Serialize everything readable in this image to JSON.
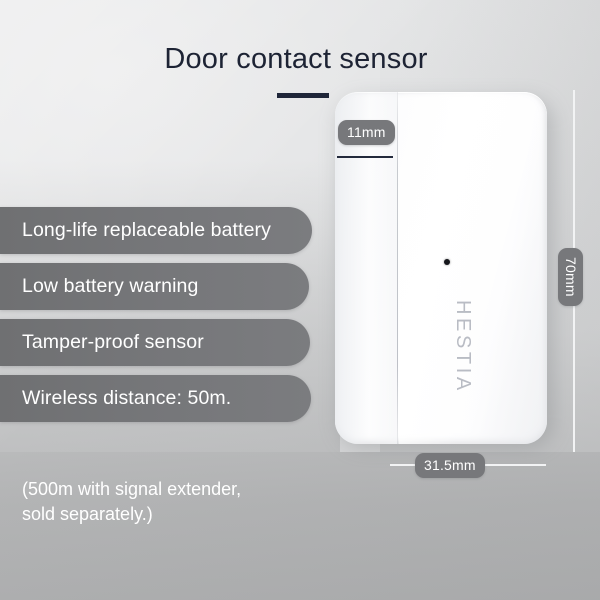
{
  "page": {
    "title": "Door contact sensor",
    "background_color": "#e4e5e6",
    "accent_color": "#1f2639",
    "pill_color": "#76777a"
  },
  "features": [
    {
      "label": "Long-life replaceable battery"
    },
    {
      "label": "Low battery warning"
    },
    {
      "label": "Tamper-proof sensor"
    },
    {
      "label": "Wireless distance: 50m."
    }
  ],
  "footnote": {
    "line1": "(500m with signal extender,",
    "line2": "sold separately.)"
  },
  "product": {
    "brand": "HESTIA",
    "led_label": "led-indicator"
  },
  "dimensions": {
    "depth": "11mm",
    "width": "31.5mm",
    "height": "70mm"
  }
}
